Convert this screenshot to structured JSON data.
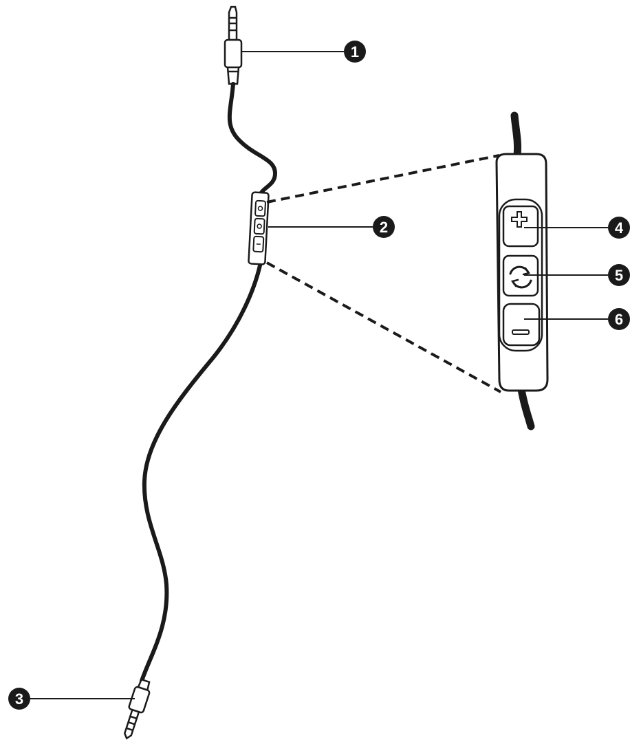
{
  "callouts": [
    {
      "number": "1",
      "part": "plug-top"
    },
    {
      "number": "2",
      "part": "inline-remote"
    },
    {
      "number": "3",
      "part": "plug-bottom"
    },
    {
      "number": "4",
      "part": "volume-up-button"
    },
    {
      "number": "5",
      "part": "play-pause-button"
    },
    {
      "number": "6",
      "part": "volume-down-button"
    }
  ],
  "colors": {
    "line": "#1a1a1a",
    "background": "#ffffff"
  },
  "icons": {
    "button_4": "plus-icon",
    "button_5": "circular-arrows-icon",
    "button_6": "minus-icon"
  }
}
